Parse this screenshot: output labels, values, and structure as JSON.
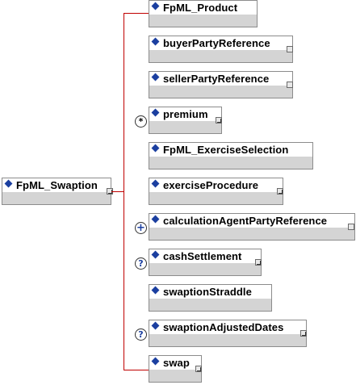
{
  "root": {
    "label": "FpML_Swaption"
  },
  "children": [
    {
      "label": "FpML_Product",
      "indicator": "",
      "expander": "none"
    },
    {
      "label": "buyerPartyReference",
      "indicator": "",
      "expander": "box"
    },
    {
      "label": "sellerPartyReference",
      "indicator": "",
      "expander": "box"
    },
    {
      "label": "premium",
      "indicator": "*",
      "expander": "collapsed"
    },
    {
      "label": "FpML_ExerciseSelection",
      "indicator": "",
      "expander": "none"
    },
    {
      "label": "exerciseProcedure",
      "indicator": "",
      "expander": "collapsed"
    },
    {
      "label": "calculationAgentPartyReference",
      "indicator": "+",
      "expander": "box"
    },
    {
      "label": "cashSettlement",
      "indicator": "?",
      "expander": "collapsed"
    },
    {
      "label": "swaptionStraddle",
      "indicator": "",
      "expander": "none"
    },
    {
      "label": "swaptionAdjustedDates",
      "indicator": "?",
      "expander": "collapsed"
    },
    {
      "label": "swap",
      "indicator": "",
      "expander": "collapsed"
    }
  ],
  "colors": {
    "connector": "#c00000",
    "diamond": "#1b3fa0",
    "node_band": "#d4d4d4"
  }
}
